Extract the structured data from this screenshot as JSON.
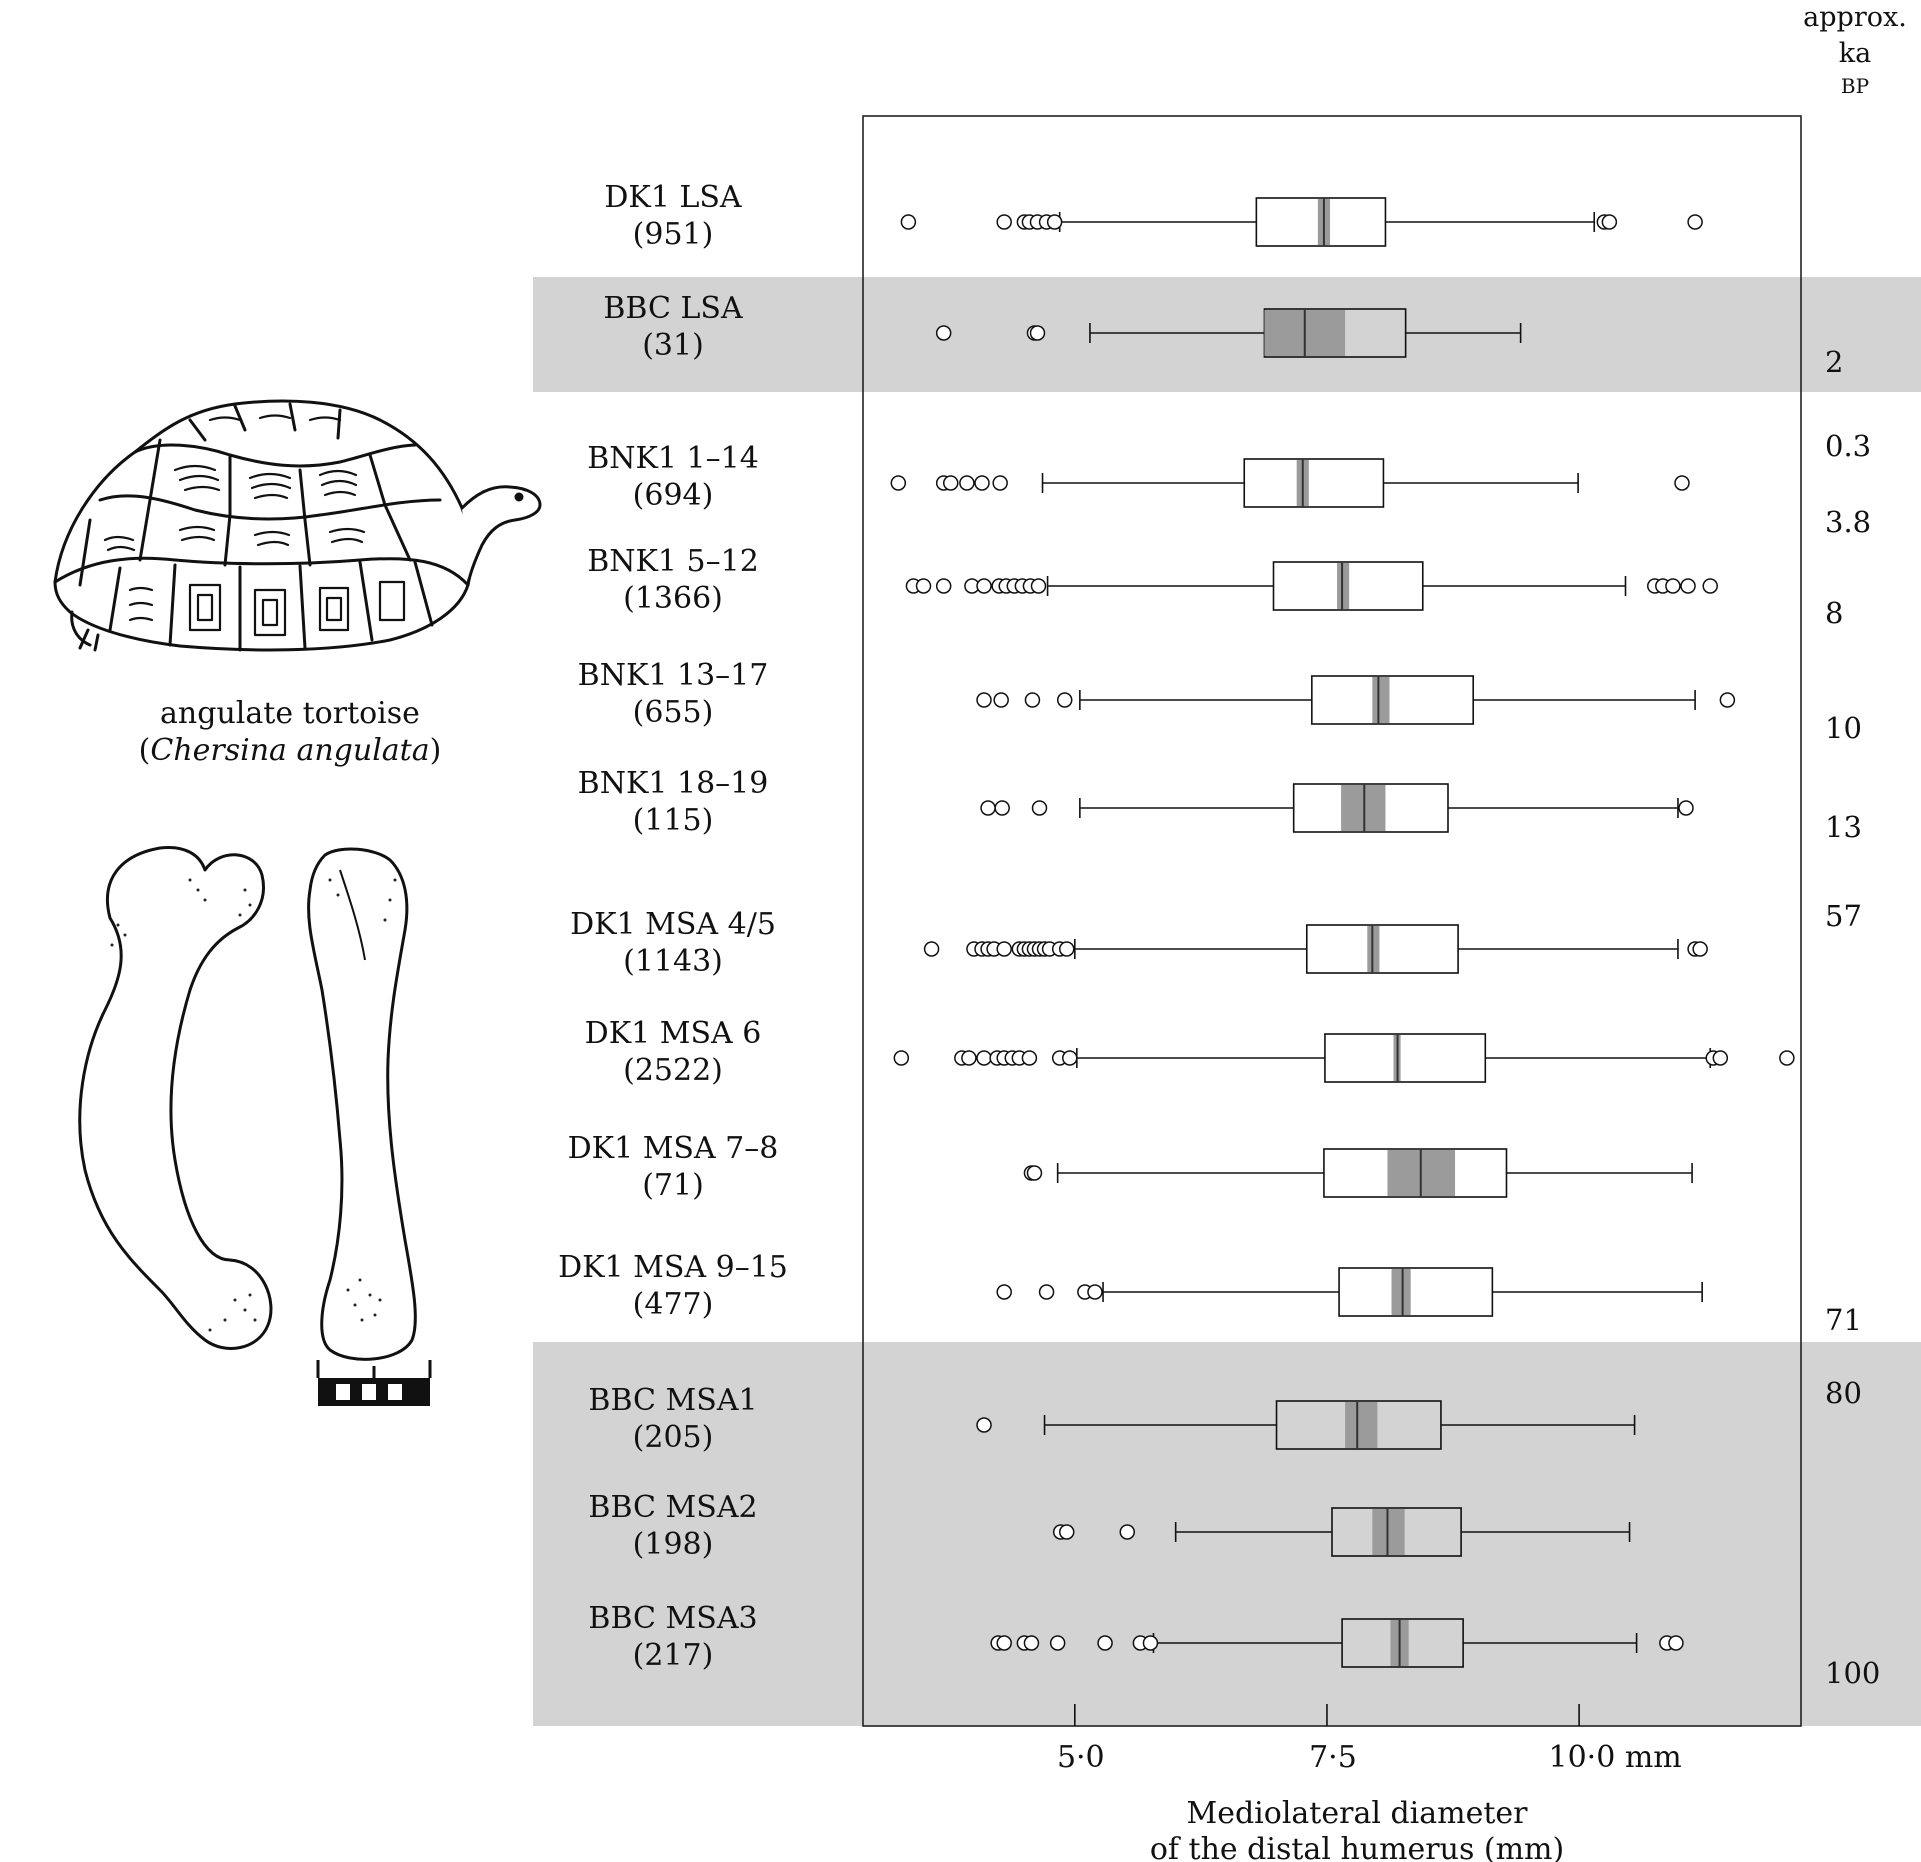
{
  "chart_data": {
    "type": "box",
    "xlabel_line1": "Mediolateral diameter",
    "xlabel_line2": "of the distal humerus (mm)",
    "xlim": [
      2.9,
      12.2
    ],
    "xticks": [
      5.0,
      7.5,
      10.0
    ],
    "xtick_labels": [
      "5·0",
      "7·5",
      "10·0 mm"
    ],
    "age_header": [
      "approx.",
      "ka",
      "BP"
    ],
    "age_labels": [
      "2",
      "0.3",
      "3.8",
      "8",
      "10",
      "13",
      "57",
      "71",
      "80",
      "100"
    ],
    "groups": [
      {
        "name": "DK1 LSA",
        "n": "(951)",
        "shaded": false,
        "min": 4.85,
        "q1": 6.8,
        "median": 7.47,
        "notch": [
          7.41,
          7.53
        ],
        "q3": 8.08,
        "max": 10.15,
        "outliers": [
          3.35,
          4.3,
          4.5,
          4.55,
          4.63,
          4.72,
          4.8,
          10.25,
          10.3,
          11.15
        ]
      },
      {
        "name": "BBC LSA",
        "n": "(31)",
        "shaded": true,
        "min": 5.15,
        "q1": 6.88,
        "median": 7.28,
        "notch": [
          6.88,
          7.68
        ],
        "q3": 8.28,
        "max": 9.42,
        "outliers": [
          3.7,
          4.6,
          4.63
        ]
      },
      {
        "name": "BNK1 1–14",
        "n": "(694)",
        "shaded": false,
        "min": 4.68,
        "q1": 6.68,
        "median": 7.26,
        "notch": [
          7.2,
          7.32
        ],
        "q3": 8.06,
        "max": 9.99,
        "outliers": [
          3.25,
          3.7,
          3.77,
          3.93,
          4.08,
          4.26,
          11.02
        ]
      },
      {
        "name": "BNK1 5–12",
        "n": "(1366)",
        "shaded": false,
        "min": 4.73,
        "q1": 6.97,
        "median": 7.65,
        "notch": [
          7.6,
          7.72
        ],
        "q3": 8.45,
        "max": 10.46,
        "outliers": [
          3.4,
          3.5,
          3.7,
          3.98,
          4.1,
          4.25,
          4.32,
          4.4,
          4.48,
          4.56,
          4.64,
          10.75,
          10.83,
          10.93,
          11.08,
          11.3
        ]
      },
      {
        "name": "BNK1 13–17",
        "n": "(655)",
        "shaded": false,
        "min": 5.05,
        "q1": 7.35,
        "median": 8.01,
        "notch": [
          7.95,
          8.12
        ],
        "q3": 8.95,
        "max": 11.15,
        "outliers": [
          4.1,
          4.27,
          4.58,
          4.9,
          11.47
        ]
      },
      {
        "name": "BNK1 18–19",
        "n": "(115)",
        "shaded": false,
        "min": 5.05,
        "q1": 7.17,
        "median": 7.87,
        "notch": [
          7.64,
          8.08
        ],
        "q3": 8.7,
        "max": 10.98,
        "outliers": [
          4.14,
          4.28,
          4.65,
          11.06
        ]
      },
      {
        "name": "DK1 MSA 4/5",
        "n": "(1143)",
        "shaded": false,
        "min": 5.0,
        "q1": 7.3,
        "median": 7.95,
        "notch": [
          7.9,
          8.02
        ],
        "q3": 8.8,
        "max": 10.98,
        "outliers": [
          3.58,
          4.0,
          4.08,
          4.14,
          4.2,
          4.3,
          4.45,
          4.5,
          4.55,
          4.6,
          4.65,
          4.7,
          4.75,
          4.85,
          4.92,
          11.15,
          11.2
        ]
      },
      {
        "name": "DK1 MSA 6",
        "n": "(2522)",
        "shaded": false,
        "min": 5.02,
        "q1": 7.48,
        "median": 8.2,
        "notch": [
          8.16,
          8.23
        ],
        "q3": 9.07,
        "max": 11.3,
        "outliers": [
          3.28,
          3.88,
          3.95,
          4.1,
          4.23,
          4.3,
          4.38,
          4.45,
          4.55,
          4.85,
          4.95,
          11.33,
          11.4,
          12.06
        ]
      },
      {
        "name": "DK1 MSA 7–8",
        "n": "(71)",
        "shaded": false,
        "min": 4.83,
        "q1": 7.47,
        "median": 8.43,
        "notch": [
          8.1,
          8.77
        ],
        "q3": 9.28,
        "max": 11.12,
        "outliers": [
          4.57,
          4.6
        ]
      },
      {
        "name": "DK1 MSA 9–15",
        "n": "(477)",
        "shaded": false,
        "min": 5.28,
        "q1": 7.62,
        "median": 8.25,
        "notch": [
          8.14,
          8.33
        ],
        "q3": 9.14,
        "max": 11.22,
        "outliers": [
          4.3,
          4.72,
          5.1,
          5.2
        ]
      },
      {
        "name": "BBC MSA1",
        "n": "(205)",
        "shaded": true,
        "min": 4.7,
        "q1": 7.0,
        "median": 7.8,
        "notch": [
          7.68,
          8.0
        ],
        "q3": 8.63,
        "max": 10.55,
        "outliers": [
          4.1
        ]
      },
      {
        "name": "BBC MSA2",
        "n": "(198)",
        "shaded": true,
        "min": 6.0,
        "q1": 7.55,
        "median": 8.1,
        "notch": [
          7.95,
          8.27
        ],
        "q3": 8.83,
        "max": 10.5,
        "outliers": [
          4.86,
          4.92,
          5.52
        ]
      },
      {
        "name": "BBC MSA3",
        "n": "(217)",
        "shaded": true,
        "min": 5.78,
        "q1": 7.65,
        "median": 8.22,
        "notch": [
          8.13,
          8.31
        ],
        "q3": 8.85,
        "max": 10.57,
        "outliers": [
          4.24,
          4.3,
          4.5,
          4.57,
          4.83,
          5.3,
          5.65,
          5.75,
          10.87,
          10.96
        ]
      }
    ]
  },
  "illustration": {
    "caption_common": "angulate tortoise",
    "caption_latin": "Chersina angulata"
  }
}
